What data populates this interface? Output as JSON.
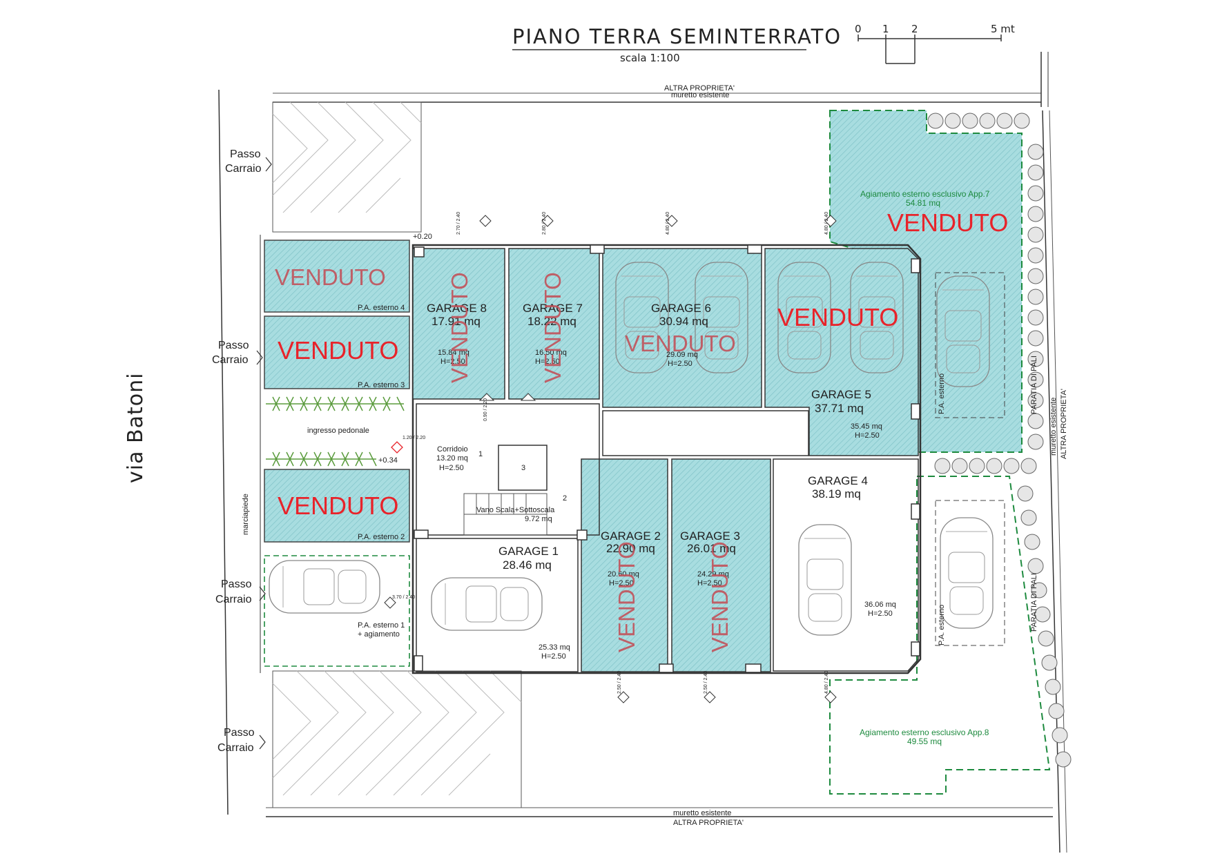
{
  "header": {
    "title": "PIANO TERRA SEMINTERRATO",
    "scale": "scala 1:100",
    "scale_bar": {
      "t0": "0",
      "t1": "1",
      "t2": "2",
      "t5": "5 mt"
    }
  },
  "labels": {
    "street": "via Batoni",
    "marciapiede": "marciapiede",
    "top_owner": "ALTRA PROPRIETA'",
    "top_wall": "muretto esistente",
    "bottom_wall": "muretto esistente",
    "bottom_owner": "ALTRA PROPRIETA'",
    "right_wall": "muretto esistente",
    "right_owner": "ALTRA PROPRIETA'",
    "paratia_top": "PARATIA DI PALI",
    "paratia_bottom": "PARATIA DI PALI",
    "passo_word": "Passo",
    "carraio_word": "Carraio",
    "ingresso": "ingresso pedonale",
    "level_top": "+0.20",
    "level_mid": "+0.34"
  },
  "external_spots": {
    "pa4": "P.A. esterno 4",
    "pa3": "P.A. esterno 3",
    "pa2": "P.A. esterno 2",
    "pa1": "P.A. esterno 1",
    "pa1_extra": "+ agiamento",
    "pa_right_top": "P.A. esterno",
    "pa_right_bottom": "P.A. esterno"
  },
  "sold_label": "VENDUTO",
  "rooms": {
    "corridoio": {
      "name": "Corridoio",
      "area": "13.20 mq",
      "height": "H=2.50",
      "num": "1"
    },
    "vano": {
      "name": "Vano Scala+Sottoscala",
      "area": "9.72 mq",
      "num": "2"
    },
    "lift": {
      "num": "3"
    }
  },
  "garages": {
    "g1": {
      "name": "GARAGE 1",
      "area": "28.46 mq",
      "net": "25.33 mq",
      "h": "H=2.50"
    },
    "g2": {
      "name": "GARAGE 2",
      "area": "22.90 mq",
      "net": "20.60 mq",
      "h": "H=2.50"
    },
    "g3": {
      "name": "GARAGE 3",
      "area": "26.01 mq",
      "net": "24.29 mq",
      "h": "H=2.50"
    },
    "g4": {
      "name": "GARAGE 4",
      "area": "38.19 mq",
      "net": "36.06 mq",
      "h": "H=2.50"
    },
    "g5": {
      "name": "GARAGE 5",
      "area": "37.71 mq",
      "net": "35.45 mq",
      "h": "H=2.50"
    },
    "g6": {
      "name": "GARAGE 6",
      "area": "30.94 mq",
      "net": "29.09 mq",
      "h": "H=2.50"
    },
    "g7": {
      "name": "GARAGE 7",
      "area": "18.22 mq",
      "net": "16.50 mq",
      "h": "H=2.50"
    },
    "g8": {
      "name": "GARAGE 8",
      "area": "17.91 mq",
      "net": "15.84 mq",
      "h": "H=2.50"
    }
  },
  "exclusive": {
    "app7_label": "Agiamento esterno  esclusivo App.7",
    "app7_area": "54.81 mq",
    "app8_label": "Agiamento esterno  esclusivo App.8",
    "app8_area": "49.55 mq"
  },
  "doors": {
    "d_entry": "1.20 / 2.20",
    "d_corr": "0.90 / 2.20",
    "d_pa1": "3.70 / 2.40",
    "d_g8": "2.70 / 2.40",
    "d_g7": "2.80 / 2.40",
    "d_g6": "4.80 / 2.40",
    "d_g5": "4.80 / 2.40",
    "d_g2": "2.50 / 2.40",
    "d_g3": "2.50 / 2.40",
    "d_g4": "4.80 / 2.40"
  },
  "colors": {
    "sold_fill": "#a8dde0",
    "sold_text": "#e8232a",
    "line": "#333333",
    "green": "#1d8a3e"
  }
}
